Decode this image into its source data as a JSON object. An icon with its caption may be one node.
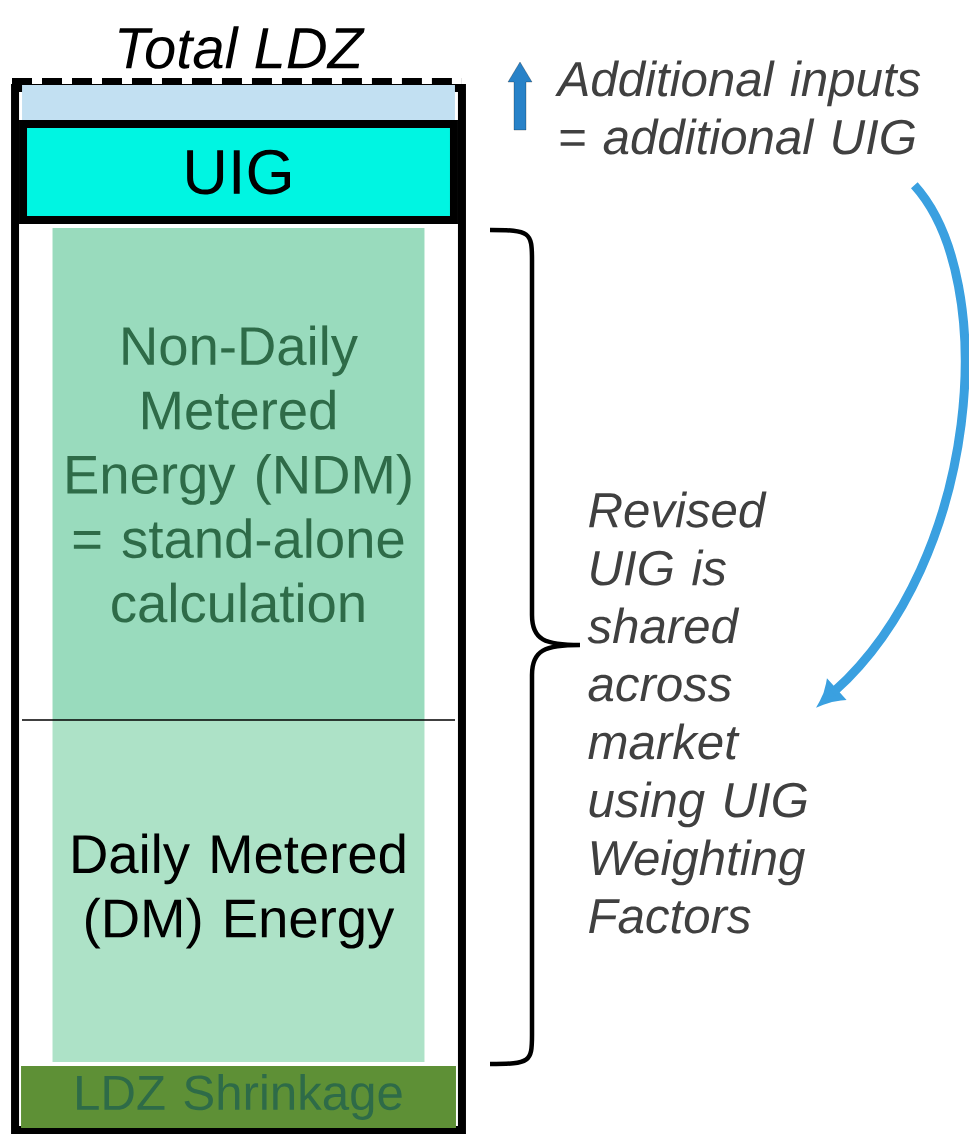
{
  "diagram": {
    "nodes": [
      {
        "text": [
          "Total LDZ"
        ]
      },
      {
        "text": [],
        "shape": "box",
        "in": 0
      },
      {
        "text": [
          "UIG"
        ],
        "in": 0
      },
      {
        "text": [
          "Non-Daily Metered Energy (NDM) = stand-alone calculation"
        ],
        "in": 0
      },
      {
        "text": [
          "Daily Metered (DM) Energy"
        ],
        "in": 0
      },
      {
        "text": [
          "LDZ Shrinkage"
        ],
        "in": 0
      },
      {
        "text": [
          "Additional inputs = additional UIG"
        ]
      },
      {
        "text": [
          "Revised UIG is shared across market using UIG Weighting Factors"
        ]
      }
    ],
    "edges": [
      {
        "from": 6,
        "to": 7,
        "arrow": "to",
        "color": "#3aa0e0"
      }
    ]
  }
}
